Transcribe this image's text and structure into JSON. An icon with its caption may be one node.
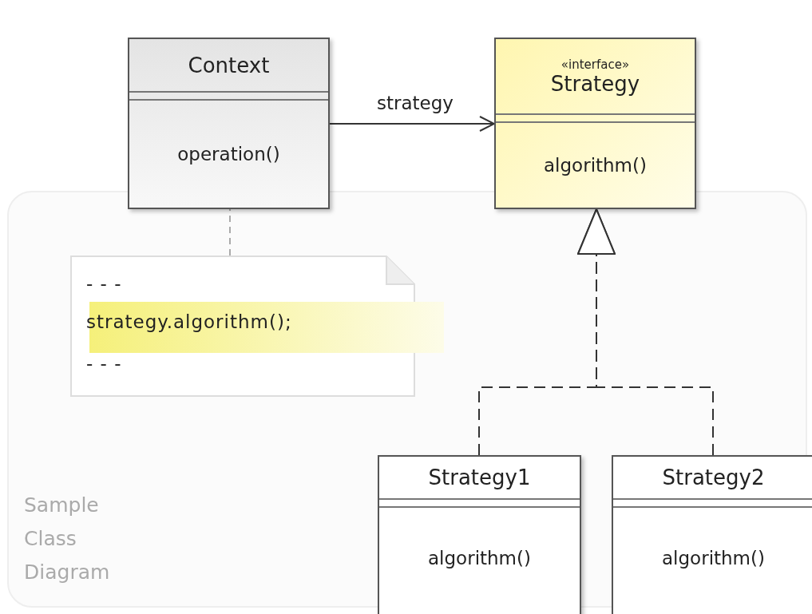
{
  "diagram": {
    "nodes": [
      {
        "text": [
          "Context",
          "operation()"
        ]
      },
      {
        "text": [
          "«interface»",
          "Strategy",
          "algorithm()"
        ]
      },
      {
        "text": [
          "- - -",
          "strategy.algorithm();",
          "- - -"
        ]
      },
      {
        "text": [
          "Strategy1",
          "algorithm()"
        ]
      },
      {
        "text": [
          "Strategy2",
          "algorithm()"
        ]
      }
    ],
    "edges": [
      {
        "from": 0,
        "to": 1,
        "arrow": "to",
        "label": "strategy"
      },
      {
        "from": 3,
        "to": 1,
        "arrow": "to",
        "style": "dashed"
      },
      {
        "from": 4,
        "to": 1,
        "arrow": "to",
        "style": "dashed"
      },
      {
        "from": 2,
        "to": 0,
        "arrow": "none",
        "style": "dashed",
        "color": "#aaaaaa"
      }
    ],
    "labels": [
      "Sample Class Diagram"
    ]
  }
}
